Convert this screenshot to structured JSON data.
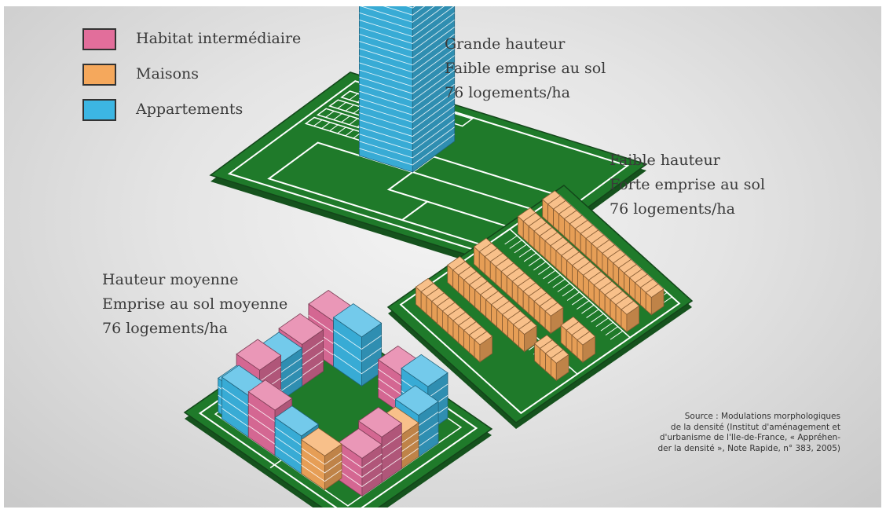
{
  "legend": [
    {
      "label": "Habitat intermédiaire",
      "color": "#e26e9b"
    },
    {
      "label": "Maisons",
      "color": "#f5a85c"
    },
    {
      "label": "Appartements",
      "color": "#3cb6e3"
    }
  ],
  "blocks": {
    "high": {
      "line1": "Grande hauteur",
      "line2": "Faible emprise au sol",
      "line3": "76 logements/ha"
    },
    "low": {
      "line1": "Faible hauteur",
      "line2": "Forte emprise au sol",
      "line3": "76 logements/ha"
    },
    "medium": {
      "line1": "Hauteur moyenne",
      "line2": "Emprise au sol moyenne",
      "line3": "76 logements/ha"
    }
  },
  "source": {
    "line1": "Source : Modulations morphologiques",
    "line2": "de la densité (Institut d'aménagement et",
    "line3": "d'urbanisme de l'Ile-de-France, « Appréhen-",
    "line4": "der la densité », Note Rapide, n° 383, 2005)"
  },
  "colors": {
    "ground": "#1f7a2a",
    "ground_dark": "#15521d",
    "pink": "#e26e9b",
    "orange": "#f5a85c",
    "blue": "#3cb6e3"
  }
}
